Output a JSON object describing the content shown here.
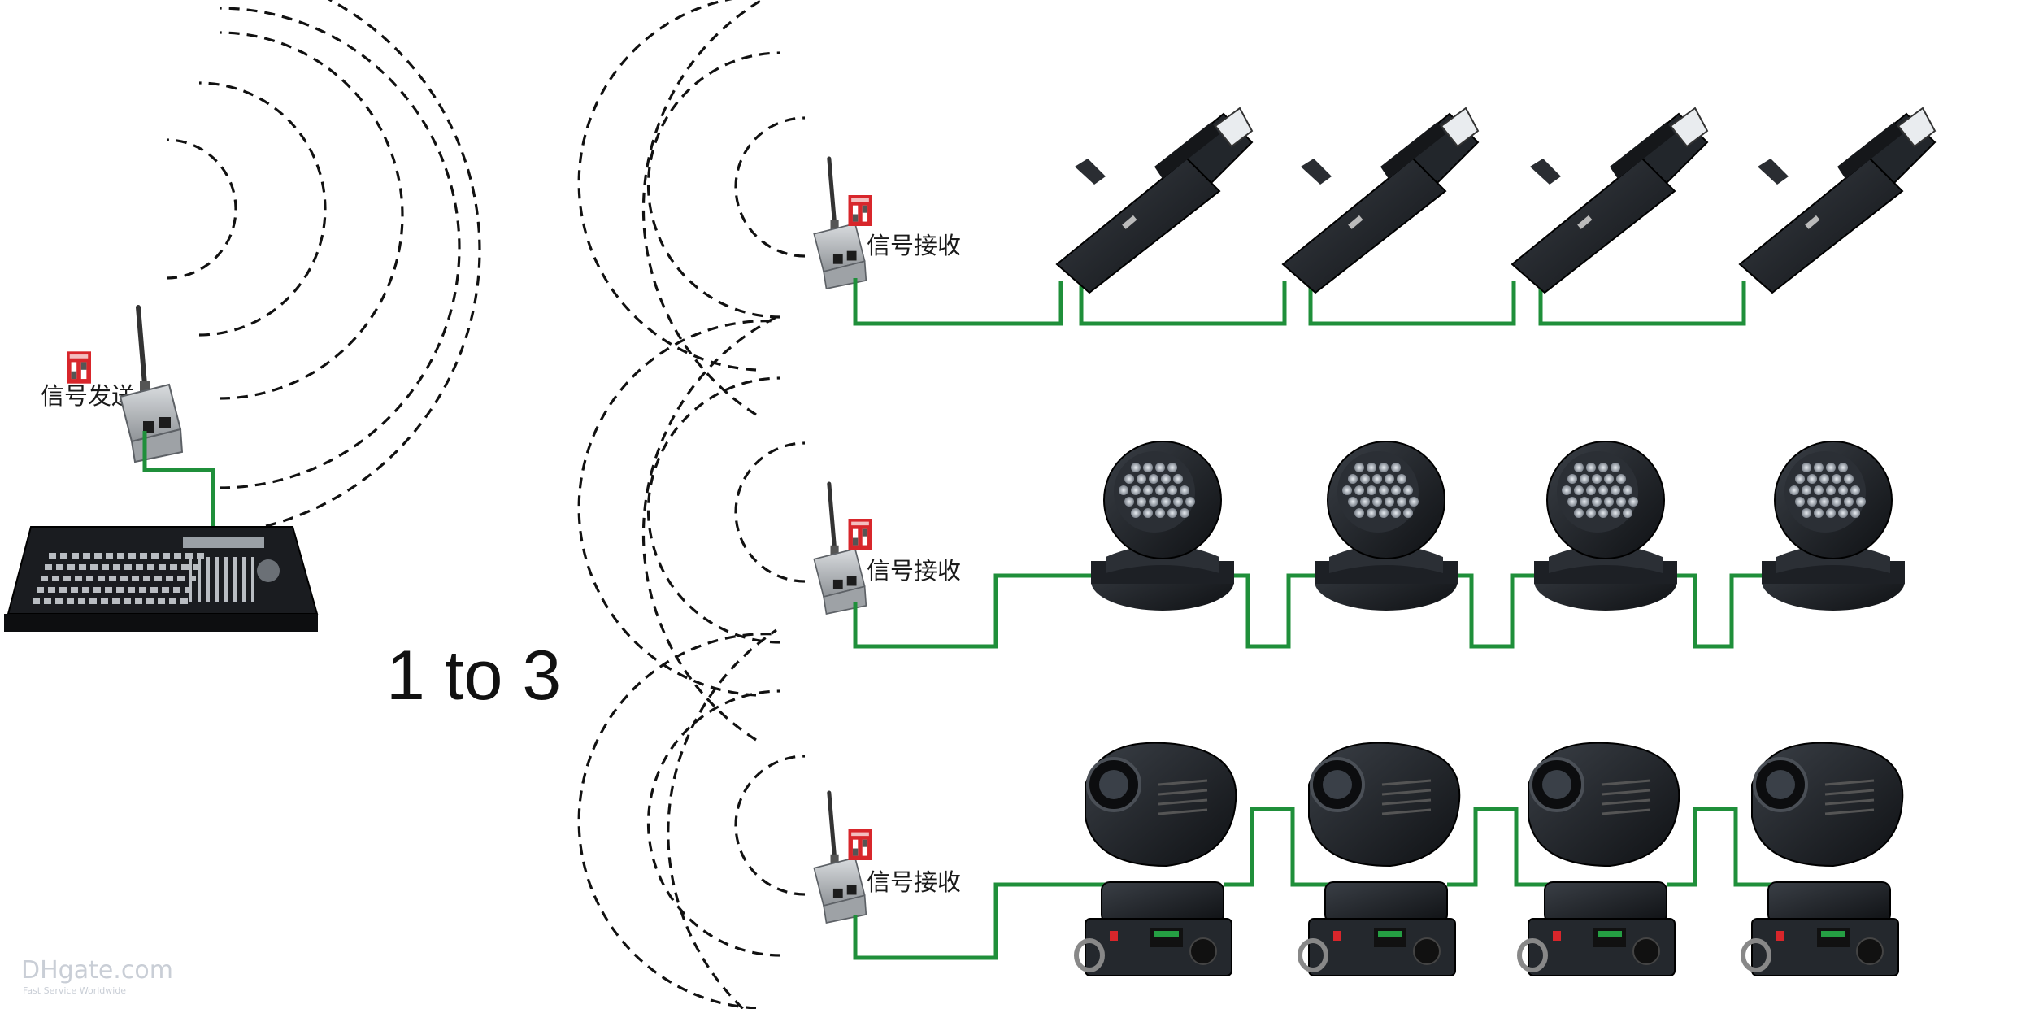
{
  "diagram": {
    "ratio_label": "1 to 3",
    "transmitter": {
      "label": "信号发送"
    },
    "receivers": [
      {
        "label": "信号接收",
        "fixture_type": "scanner-light",
        "fixture_count": 4
      },
      {
        "label": "信号接收",
        "fixture_type": "led-moving-head-wash",
        "fixture_count": 4
      },
      {
        "label": "信号接收",
        "fixture_type": "moving-head-spot",
        "fixture_count": 4
      }
    ],
    "watermark": {
      "main": "DHgate.com",
      "sub": "Fast Service Worldwide"
    }
  },
  "colors": {
    "cable": "#1f8f3a",
    "wave": "#111111",
    "dip_switch": "#d8262b",
    "device_body": "#b8bcbf",
    "fixture_body": "#1c1f24"
  },
  "icons": [
    "antenna-transmitter-icon",
    "antenna-receiver-icon",
    "dmx-console-icon",
    "scanner-light-icon",
    "led-moving-head-icon",
    "moving-head-spot-icon",
    "dip-switch-icon"
  ]
}
